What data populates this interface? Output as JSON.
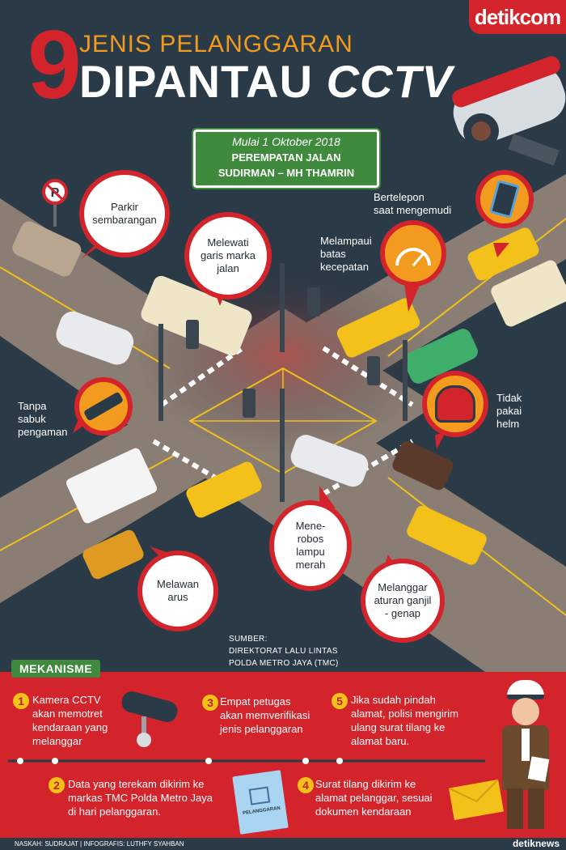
{
  "brand": "detikcom",
  "title": {
    "number": "9",
    "line1": "JENIS PELANGGARAN",
    "line2a": "DIPANTAU ",
    "line2b": "CCTV"
  },
  "sign": {
    "date": "Mulai 1 Oktober 2018",
    "line1": "PEREMPATAN JALAN",
    "line2": "SUDIRMAN – MH THAMRIN"
  },
  "violations": {
    "parkir": [
      "Parkir",
      "sembarangan"
    ],
    "marka": [
      "Melewati",
      "garis marka",
      "jalan"
    ],
    "telepon": [
      "Bertelepon",
      "saat mengemudi"
    ],
    "kecepatan": [
      "Melampaui",
      "batas",
      "kecepatan"
    ],
    "sabuk": [
      "Tanpa",
      "sabuk",
      "pengaman"
    ],
    "helm": [
      "Tidak",
      "pakai",
      "helm"
    ],
    "lampu": [
      "Mene-",
      "robos",
      "lampu",
      "merah"
    ],
    "arus": [
      "Melawan",
      "arus"
    ],
    "ganjil": [
      "Melanggar",
      "aturan ganjil",
      "- genap"
    ]
  },
  "source": [
    "SUMBER:",
    "DIREKTORAT LALU LINTAS",
    "POLDA METRO JAYA (TMC)"
  ],
  "mekanisme": {
    "title": "MEKANISME",
    "steps": [
      {
        "n": "1",
        "lines": [
          "Kamera CCTV",
          "akan memotret",
          "kendaraan yang",
          "melanggar"
        ]
      },
      {
        "n": "2",
        "lines": [
          "Data yang terekam dikirim ke",
          "markas TMC Polda Metro Jaya",
          "di hari pelanggaran."
        ]
      },
      {
        "n": "3",
        "lines": [
          "Empat petugas",
          "akan memverifikasi",
          "jenis pelanggaran"
        ]
      },
      {
        "n": "4",
        "lines": [
          "Surat tilang dikirim ke",
          "alamat pelanggar, sesuai",
          "dokumen kendaraan"
        ]
      },
      {
        "n": "5",
        "lines": [
          "Jika sudah pindah",
          "alamat, polisi mengirim",
          "ulang surat tilang ke",
          "alamat baru."
        ]
      }
    ],
    "doc_label": "PELANGGARAN"
  },
  "footer": {
    "credit": "NASKAH: SUDRAJAT | INFOGRAFIS: LUTHFY SYAHBAN",
    "logo": "detiknews"
  },
  "icons": [
    "no-parking-icon",
    "cctv-camera-icon",
    "phone-icon",
    "speedometer-icon",
    "seatbelt-icon",
    "helmet-icon",
    "envelope-icon",
    "document-icon",
    "police-officer-icon"
  ],
  "colors": {
    "red": "#d3242c",
    "green": "#3f8a3c",
    "orange": "#f39b1f",
    "dark": "#2a3a46",
    "road": "#8a7d73"
  }
}
